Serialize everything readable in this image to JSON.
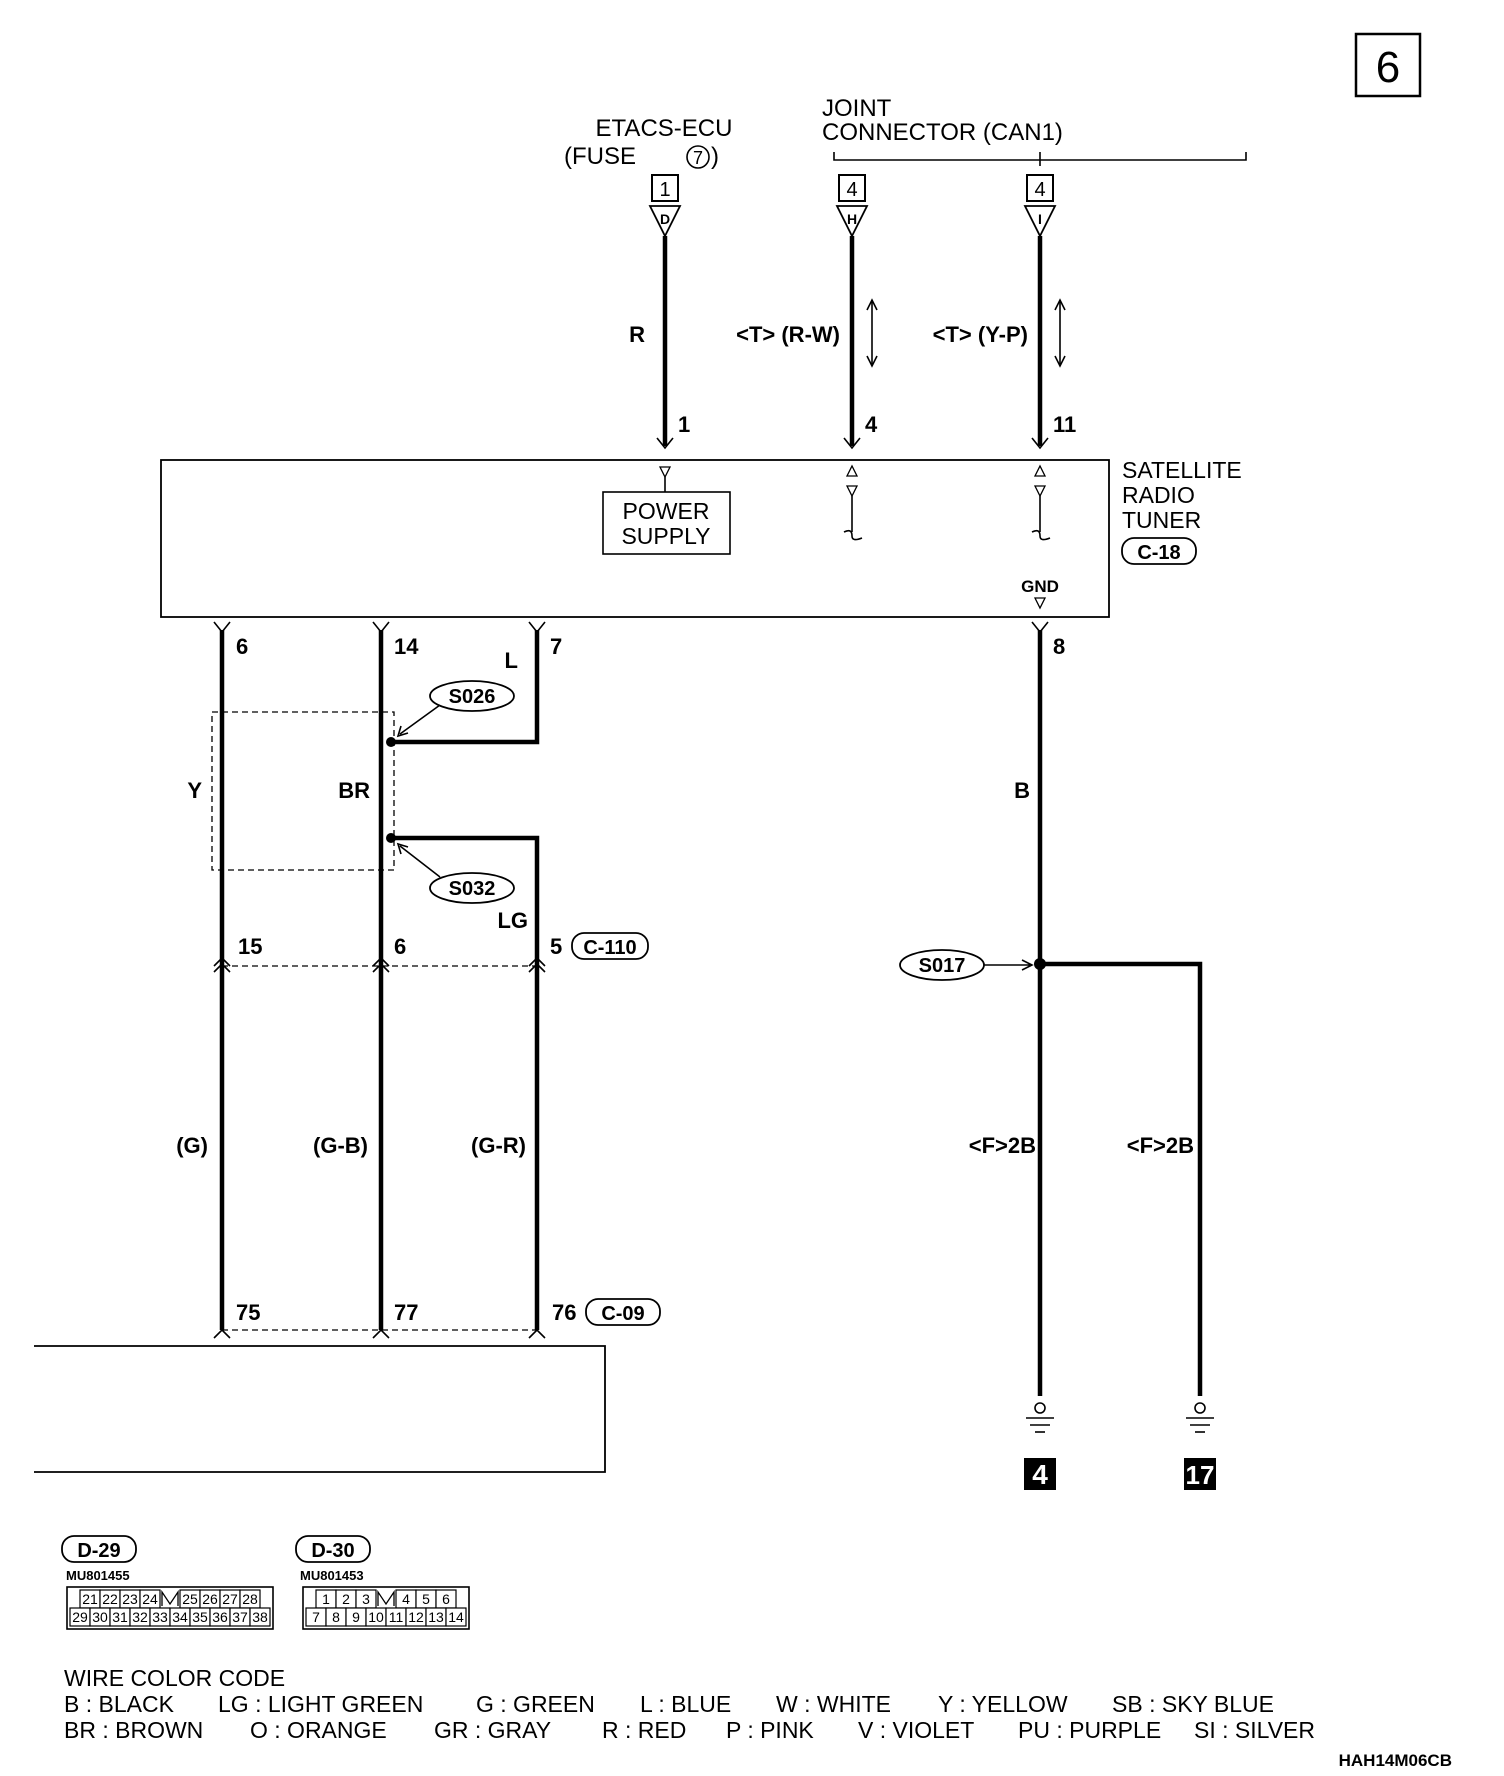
{
  "page_number": "6",
  "top_connectors": {
    "etacs_title": "ETACS-ECU",
    "etacs_fuse_prefix": "(FUSE",
    "etacs_fuse_num": "7",
    "etacs_fuse_suffix": ")",
    "joint_title_line1": "JOINT",
    "joint_title_line2": "CONNECTOR (CAN1)",
    "conn_r_box": "1",
    "conn_r_pin": "D",
    "conn_h_box": "4",
    "conn_h_pin": "H",
    "conn_i_box": "4",
    "conn_i_pin": "I"
  },
  "top_wires": {
    "r_color": "R",
    "rw_color": "<T> (R-W)",
    "yp_color": "<T> (Y-P)",
    "pin_1": "1",
    "pin_4": "4",
    "pin_11": "11"
  },
  "tuner": {
    "label_line1": "SATELLITE",
    "label_line2": "RADIO",
    "label_line3": "TUNER",
    "connector": "C-18",
    "power_line1": "POWER",
    "power_line2": "SUPPLY",
    "gnd": "GND"
  },
  "bottom_pins": {
    "p6": "6",
    "p14": "14",
    "p7": "7",
    "p8": "8",
    "l_color": "L",
    "y_color": "Y",
    "br_color": "BR",
    "lg_color": "LG",
    "b_color": "B",
    "splice_s026": "S026",
    "splice_s032": "S032",
    "splice_s017": "S017"
  },
  "c110": {
    "pin_15": "15",
    "pin_6": "6",
    "pin_5": "5",
    "connector": "C-110"
  },
  "lower_wires": {
    "g": "(G)",
    "gb": "(G-B)",
    "gr": "(G-R)",
    "f2b_left": "<F>2B",
    "f2b_right": "<F>2B"
  },
  "c09": {
    "pin_75": "75",
    "pin_77": "77",
    "pin_76": "76",
    "connector": "C-09"
  },
  "grounds": {
    "g4": "4",
    "g17": "17"
  },
  "connector_views": {
    "d29_name": "D-29",
    "d29_part": "MU801455",
    "d29_row1": [
      "21",
      "22",
      "23",
      "24",
      "",
      "25",
      "26",
      "27",
      "28"
    ],
    "d29_row2": [
      "29",
      "30",
      "31",
      "32",
      "33",
      "34",
      "35",
      "36",
      "37",
      "38"
    ],
    "d30_name": "D-30",
    "d30_part": "MU801453",
    "d30_row1": [
      "1",
      "2",
      "3",
      "",
      "4",
      "5",
      "6"
    ],
    "d30_row2": [
      "7",
      "8",
      "9",
      "10",
      "11",
      "12",
      "13",
      "14"
    ]
  },
  "legend": {
    "title": "WIRE COLOR CODE",
    "row1": [
      "B : BLACK",
      "LG : LIGHT GREEN",
      "G : GREEN",
      "L : BLUE",
      "W : WHITE",
      "Y : YELLOW",
      "SB : SKY BLUE"
    ],
    "row2": [
      "BR : BROWN",
      "O : ORANGE",
      "GR : GRAY",
      "R : RED",
      "P : PINK",
      "V : VIOLET",
      "PU : PURPLE",
      "SI : SILVER"
    ]
  },
  "drawing_code": "HAH14M06CB"
}
